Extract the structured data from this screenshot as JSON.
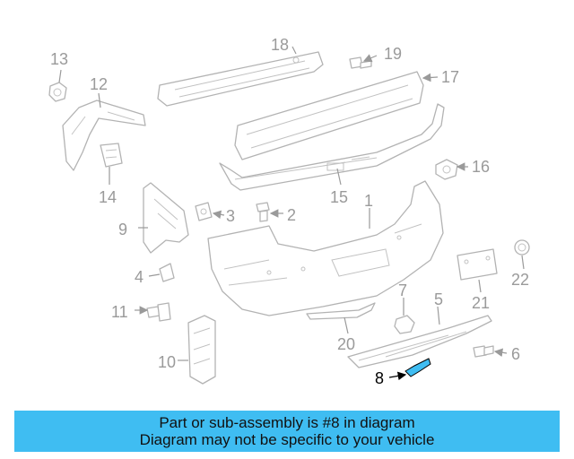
{
  "diagram": {
    "callouts": {
      "c1": "1",
      "c2": "2",
      "c3": "3",
      "c4": "4",
      "c5": "5",
      "c6": "6",
      "c7": "7",
      "c8": "8",
      "c9": "9",
      "c10": "10",
      "c11": "11",
      "c12": "12",
      "c13": "13",
      "c14": "14",
      "c15": "15",
      "c16": "16",
      "c17": "17",
      "c18": "18",
      "c19": "19",
      "c20": "20",
      "c21": "21",
      "c22": "22"
    },
    "highlight_part": "8",
    "colors": {
      "highlight_part": "#3fbdf2",
      "line": "#b3b3b3",
      "callout": "#9a9a9a"
    }
  },
  "banner": {
    "line1": "Part or sub-assembly is #8 in diagram",
    "line2": "Diagram may not be specific to your vehicle",
    "color": "#3fbdf2"
  }
}
